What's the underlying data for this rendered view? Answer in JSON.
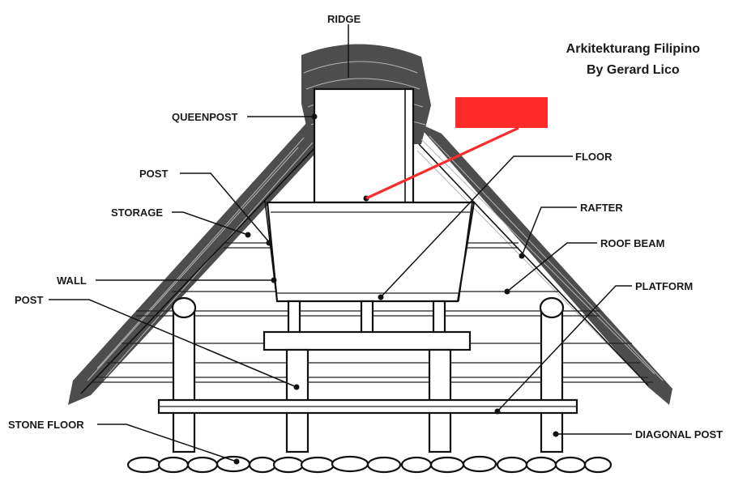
{
  "credit": {
    "line1": "Arkitekturang Filipino",
    "line2": "By Gerard Lico"
  },
  "labels": {
    "ridge": "RIDGE",
    "queenpost": "QUEENPOST",
    "post_upper": "POST",
    "storage": "STORAGE",
    "wall": "WALL",
    "post_lower": "POST",
    "stone_floor": "STONE FLOOR",
    "floor": "FLOOR",
    "rafter": "RAFTER",
    "roof_beam": "ROOF BEAM",
    "platform": "PLATFORM",
    "diagonal_post": "DIAGONAL POST"
  },
  "redaction": {
    "color": "#ff2a2a",
    "pointer_color": "#ff2a2a"
  }
}
